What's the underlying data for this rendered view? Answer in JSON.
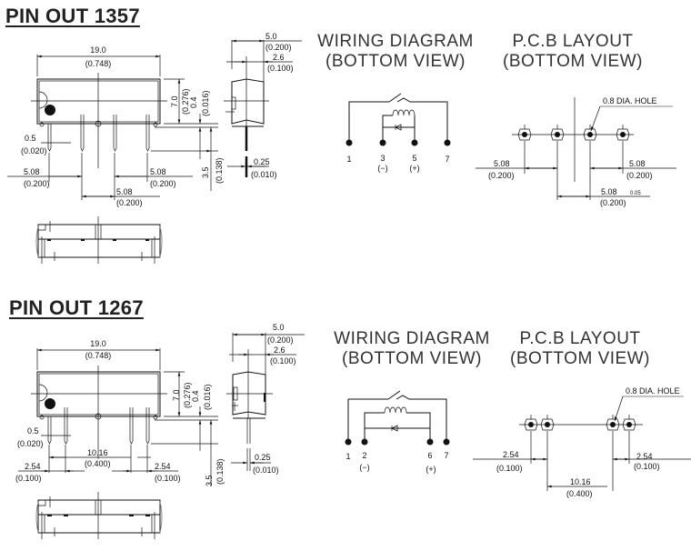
{
  "sections": [
    {
      "title": "PIN OUT 1357",
      "wiring": {
        "heading_line1": "WIRING DIAGRAM",
        "heading_line2": "(BOTTOM VIEW)",
        "pins": [
          "1",
          "3",
          "5",
          "7"
        ],
        "polarity": [
          "(−)",
          "(+)"
        ]
      },
      "pcb": {
        "heading_line1": "P.C.B LAYOUT",
        "heading_line2": "(BOTTOM VIEW)",
        "hole_label": "0.8 DIA. HOLE",
        "dims": [
          {
            "mm": "5.08",
            "in": "(0.200)"
          },
          {
            "mm": "5.08",
            "in": "(0.200)"
          },
          {
            "mm": "5.08",
            "in": "(0.200)",
            "tol": "0.05"
          }
        ]
      },
      "front_dims": {
        "length": {
          "mm": "19.0",
          "in": "(0.748)"
        },
        "height": {
          "mm": "7.0",
          "in": "(0.276)"
        },
        "standoff": {
          "mm": "0.4",
          "in": "(0.016)"
        },
        "lead_len": {
          "mm": "3.5",
          "in": "(0.138)"
        },
        "pin_width": {
          "mm": "0.5",
          "in": "(0.020)"
        },
        "pitch_left": {
          "mm": "5.08",
          "in": "(0.200)"
        },
        "pitch_right": {
          "mm": "5.08",
          "in": "(0.200)"
        },
        "pitch_mid": {
          "mm": "5.08",
          "in": "(0.200)"
        }
      },
      "side_dims": {
        "width": {
          "mm": "5.0",
          "in": "(0.200)"
        },
        "row": {
          "mm": "2.6",
          "in": "(0.100)"
        },
        "lead_thk": {
          "mm": "0.25",
          "in": "(0.010)"
        }
      }
    },
    {
      "title": "PIN OUT 1267",
      "wiring": {
        "heading_line1": "WIRING DIAGRAM",
        "heading_line2": "(BOTTOM VIEW)",
        "pins": [
          "1",
          "2",
          "6",
          "7"
        ],
        "polarity": [
          "(−)",
          "(+)"
        ]
      },
      "pcb": {
        "heading_line1": "P.C.B LAYOUT",
        "heading_line2": "(BOTTOM VIEW)",
        "hole_label": "0.8 DIA. HOLE",
        "dims": [
          {
            "mm": "2.54",
            "in": "(0.100)"
          },
          {
            "mm": "2.54",
            "in": "(0.100)"
          },
          {
            "mm": "10.16",
            "in": "(0.400)"
          }
        ]
      },
      "front_dims": {
        "length": {
          "mm": "19.0",
          "in": "(0.748)"
        },
        "height": {
          "mm": "7.0",
          "in": "(0.276)"
        },
        "standoff": {
          "mm": "0.4",
          "in": "(0.016)"
        },
        "lead_len": {
          "mm": "3.5",
          "in": "(0.138)"
        },
        "pin_width": {
          "mm": "0.5",
          "in": "(0.020)"
        },
        "pitch_left": {
          "mm": "2.54",
          "in": "(0.100)"
        },
        "pitch_right": {
          "mm": "2.54",
          "in": "(0.100)"
        },
        "pitch_mid": {
          "mm": "10.16",
          "in": "(0.400)"
        }
      },
      "side_dims": {
        "width": {
          "mm": "5.0",
          "in": "(0.200)"
        },
        "row": {
          "mm": "2.6",
          "in": "(0.100)"
        },
        "lead_thk": {
          "mm": "0.25",
          "in": "(0.010)"
        }
      }
    }
  ]
}
